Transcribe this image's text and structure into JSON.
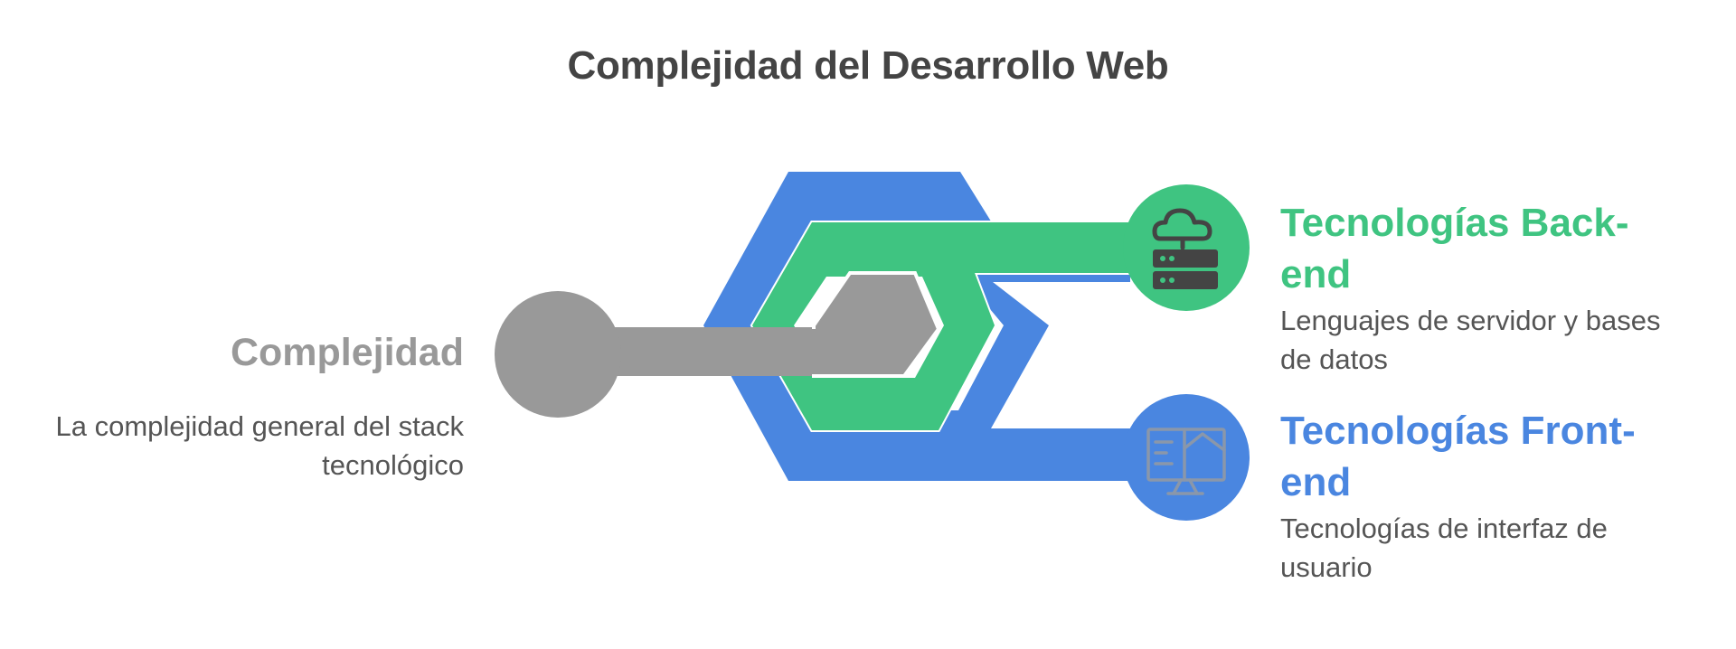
{
  "title": "Complejidad del Desarrollo Web",
  "complexity": {
    "label": "Complejidad",
    "description": "La complejidad general del stack tecnológico",
    "color": "#999999"
  },
  "backend": {
    "label": "Tecnologías Back-end",
    "description": "Lenguajes de servidor y bases de datos",
    "color": "#3fc481",
    "icon": "cloud-server-icon"
  },
  "frontend": {
    "label": "Tecnologías Front-end",
    "description": "Tecnologías de interfaz de usuario",
    "color": "#4a86e0",
    "icon": "monitor-layout-icon"
  }
}
